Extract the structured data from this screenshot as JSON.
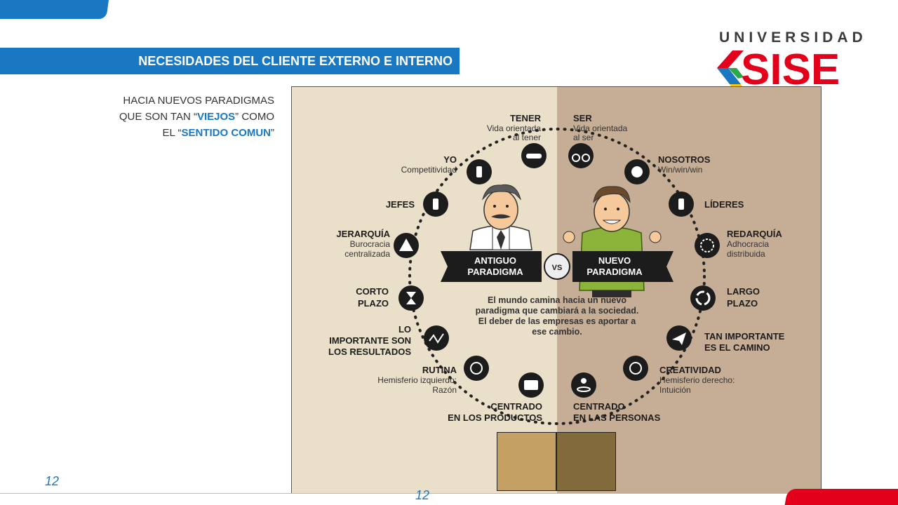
{
  "header": {
    "title": "NECESIDADES DEL CLIENTE EXTERNO E INTERNO"
  },
  "logo": {
    "word": "UNIVERSIDAD",
    "name": "SISE",
    "colors": {
      "red": "#e3001b",
      "blue": "#1a78c2",
      "yellow": "#f7c600",
      "green": "#2aa84a"
    }
  },
  "subtitle": {
    "line1": "HACIA NUEVOS PARADIGMAS",
    "line2_pre": "QUE SON TAN “",
    "line2_hl": "VIEJOS",
    "line2_post": "” COMO",
    "line3_pre": "EL “",
    "line3_hl": "SENTIDO COMUN",
    "line3_post": "”"
  },
  "infographic": {
    "center": {
      "old": [
        "ANTIGUO",
        "PARADIGMA"
      ],
      "vs": "VS",
      "new": [
        "NUEVO",
        "PARADIGMA"
      ],
      "text": [
        "El mundo camina hacia un nuevo",
        "paradigma que  cambiará a la sociedad.",
        "El deber de las empresas es aportar a",
        "ese cambio."
      ]
    },
    "left": [
      {
        "title": "TENER",
        "sub": [
          "Vida orientada",
          "al tener"
        ],
        "icon": "car-icon"
      },
      {
        "title": "YO",
        "sub": [
          "Competitividad"
        ],
        "icon": "person-icon"
      },
      {
        "title": "JEFES",
        "sub": [],
        "icon": "boss-icon"
      },
      {
        "title": "JERARQUÍA",
        "sub": [
          "Burocracia",
          "centralizada"
        ],
        "icon": "hierarchy-icon"
      },
      {
        "title": "CORTO",
        "title2": "PLAZO",
        "sub": [],
        "icon": "hourglass-icon"
      },
      {
        "title": "LO",
        "title2": "IMPORTANTE SON",
        "title3": "LOS RESULTADOS",
        "sub": [],
        "icon": "chart-icon"
      },
      {
        "title": "RUTINA",
        "sub": [
          "Hemisferio izquierdo:",
          "Razón"
        ],
        "icon": "brain-icon"
      },
      {
        "title": "CENTRADO",
        "title2": "EN LOS PRODUCTOS",
        "sub": [],
        "icon": "tv-icon"
      }
    ],
    "right": [
      {
        "title": "SER",
        "sub": [
          "Vida orientada",
          "al ser"
        ],
        "icon": "bicycle-icon"
      },
      {
        "title": "NOSOTROS",
        "sub": [
          "Win/win/win"
        ],
        "icon": "group-icon"
      },
      {
        "title": "LÍDERES",
        "sub": [],
        "icon": "leader-icon"
      },
      {
        "title": "REDARQUÍA",
        "sub": [
          "Adhocracia",
          "distribuida"
        ],
        "icon": "network-icon"
      },
      {
        "title": "LARGO",
        "title2": "PLAZO",
        "sub": [],
        "icon": "cycle-icon"
      },
      {
        "title": "TAN IMPORTANTE",
        "title2": "ES EL CAMINO",
        "sub": [],
        "icon": "paper-plane-icon"
      },
      {
        "title": "CREATIVIDAD",
        "sub": [
          "Hemisferio derecho:",
          "Intuición"
        ],
        "icon": "creative-brain-icon"
      },
      {
        "title": "CENTRADO",
        "title2": "EN LAS PERSONAS",
        "sub": [],
        "icon": "location-person-icon"
      }
    ],
    "colors": {
      "left_bg": "#eadfc9",
      "right_bg": "#c6ae96",
      "ink": "#1c1c1c",
      "banner": "#1c1c1c"
    }
  },
  "swatches": [
    {
      "color": "#c4a064"
    },
    {
      "color": "#836a3b"
    }
  ],
  "footer": {
    "page_number": "12",
    "page_number_center": "12"
  }
}
